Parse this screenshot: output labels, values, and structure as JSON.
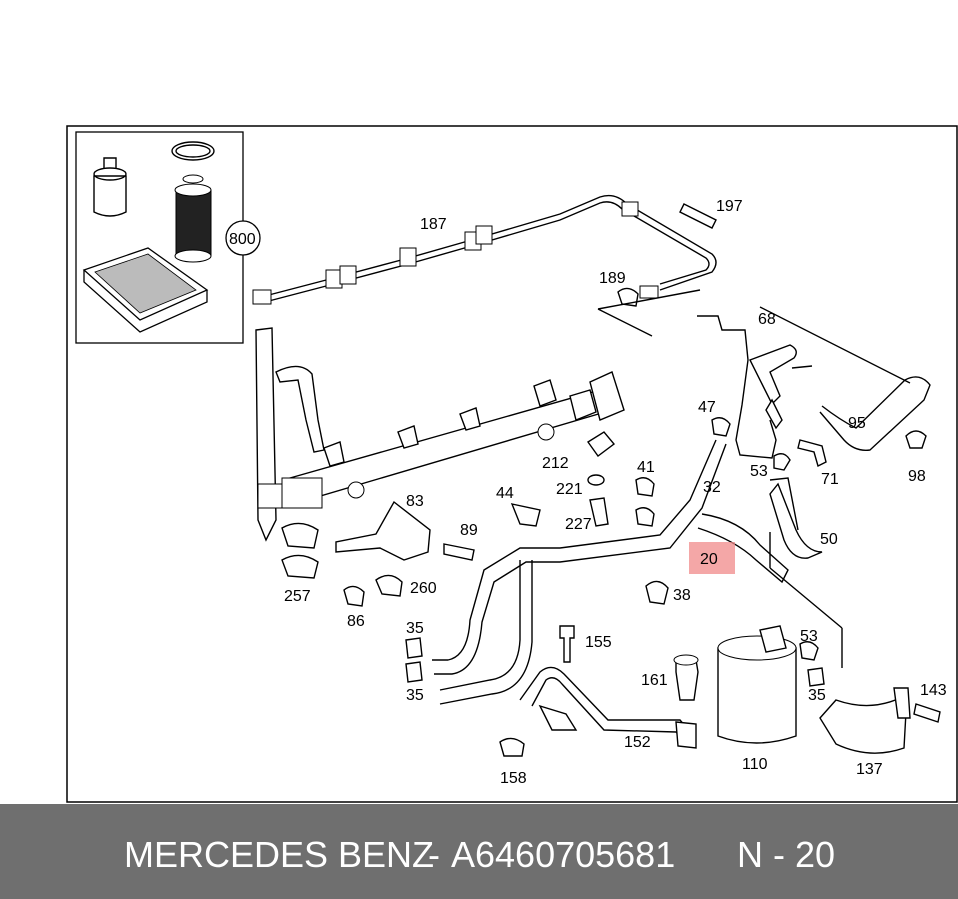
{
  "footer": {
    "brand": "MERCEDES BENZ",
    "separator": "-",
    "part_number": "A6460705681",
    "position_ref": "N - 20"
  },
  "diagram": {
    "highlight_label": "20",
    "highlight_color": "#f08a8a",
    "labels": {
      "l800": "800",
      "l187": "187",
      "l197": "197",
      "l189": "189",
      "l68": "68",
      "l47": "47",
      "l95": "95",
      "l98": "98",
      "l71": "71",
      "l53a": "53",
      "l212": "212",
      "l41": "41",
      "l32": "32",
      "l44": "44",
      "l221": "221",
      "l227": "227",
      "l83": "83",
      "l89": "89",
      "l50": "50",
      "l38": "38",
      "l257": "257",
      "l260": "260",
      "l86": "86",
      "l35a": "35",
      "l155": "155",
      "l53b": "53",
      "l35b": "35",
      "l161": "161",
      "l35c": "35",
      "l143": "143",
      "l152": "152",
      "l110": "110",
      "l137": "137",
      "l158": "158"
    }
  }
}
